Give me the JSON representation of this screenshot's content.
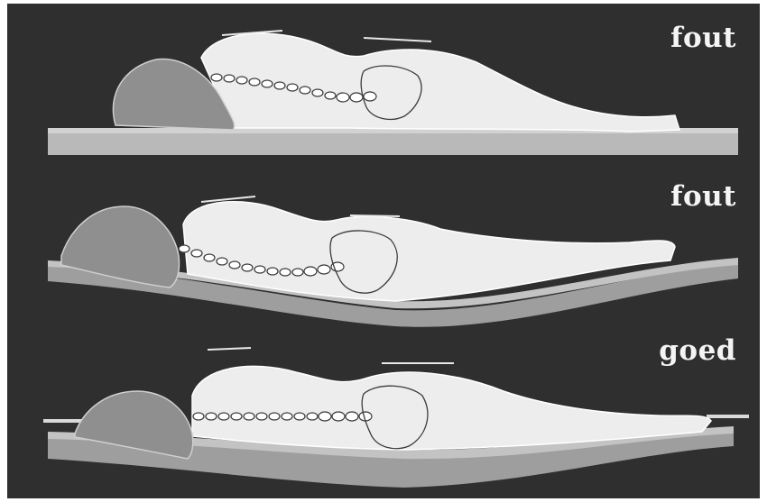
{
  "figure": {
    "panels": [
      {
        "label": "fout"
      },
      {
        "label": "fout"
      },
      {
        "label": "goed"
      }
    ]
  },
  "colors": {
    "background": "#2f2f2f",
    "body": "#eeeeee",
    "hair": "#8f8f8f",
    "mattress_top": "#bdbdbd",
    "mattress_side": "#9a9a9a",
    "label": "#f4f4f4"
  }
}
